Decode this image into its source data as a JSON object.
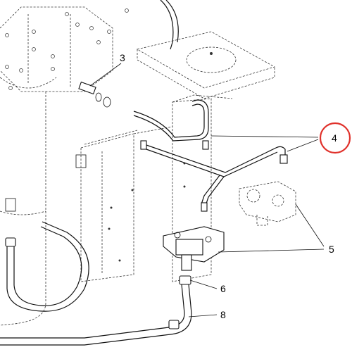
{
  "callouts": [
    {
      "id": "3",
      "label": "3"
    },
    {
      "id": "4",
      "label": "4",
      "highlighted": true
    },
    {
      "id": "5",
      "label": "5"
    },
    {
      "id": "6",
      "label": "6"
    },
    {
      "id": "8",
      "label": "8"
    }
  ],
  "colors": {
    "highlight": "#e0312b",
    "line": "#111111",
    "background": "#ffffff"
  }
}
